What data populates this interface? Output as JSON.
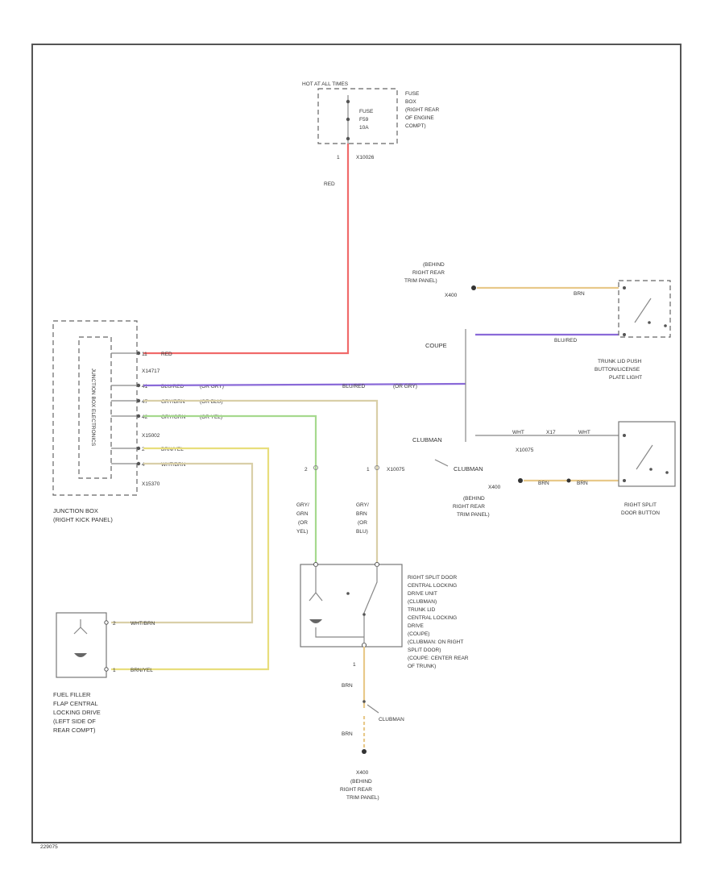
{
  "colors": {
    "red": "#f06a6a",
    "violet": "#8a6ad8",
    "tan": "#d9cfa8",
    "green": "#a6d98e",
    "yellow": "#e8de7c",
    "orange": "#e8c98a",
    "gray": "#888888"
  },
  "fuse_box": {
    "header": "HOT AT ALL TIMES",
    "fuse": [
      "FUSE",
      "F59",
      "10A"
    ],
    "location": [
      "FUSE",
      "BOX",
      "(RIGHT REAR",
      "OF ENGINE",
      "COMPT)"
    ],
    "pin": "1",
    "connector": "X10026",
    "wire_color": "RED"
  },
  "junction_box": {
    "inner_label": "JUNCTION BOX ELECTRONICS",
    "pins": [
      {
        "num": "11",
        "color": "RED",
        "alt": ""
      },
      {
        "num": "41",
        "color": "BLU/RED",
        "alt": "(OR GRY)"
      },
      {
        "num": "47",
        "color": "GRY/BRN",
        "alt": "(OR BLU)"
      },
      {
        "num": "42",
        "color": "GRY/GRN",
        "alt": "(OR YEL)"
      },
      {
        "num": "2",
        "color": "BRN/YEL",
        "alt": ""
      },
      {
        "num": "4",
        "color": "WHT/BRN",
        "alt": ""
      }
    ],
    "connectors": [
      "X14717",
      "X15002",
      "X15370"
    ],
    "label": [
      "JUNCTION BOX",
      "(RIGHT KICK PANEL)"
    ]
  },
  "mid_wire": {
    "color": "BLU/RED",
    "alt": "(OR GRY)"
  },
  "variants": {
    "coupe": "COUPE",
    "clubman": "CLUBMAN"
  },
  "ground_top": {
    "label": [
      "(BEHIND",
      "RIGHT REAR",
      "TRIM PANEL)"
    ],
    "id": "X400",
    "wire_color": "BRN"
  },
  "trunk_switch": {
    "wire_color": "BLU/RED",
    "label": [
      "TRUNK LID PUSH",
      "BUTTON/LICENSE",
      "PLATE LIGHT"
    ]
  },
  "clubman_branch": {
    "wire_color": "WHT",
    "splice": "X17",
    "connector": "X10075",
    "label": "CLUBMAN"
  },
  "ground_mid": {
    "id": "X400",
    "label": [
      "(BEHIND",
      "RIGHT REAR",
      "TRIM PANEL)"
    ],
    "wire_color": "BRN"
  },
  "split_button": {
    "label": [
      "RIGHT SPLIT",
      "DOOR BUTTON"
    ]
  },
  "actuator_wires": {
    "left": {
      "pin": "2",
      "lines": [
        "GRY/",
        "GRN",
        "(OR",
        "YEL)"
      ]
    },
    "right": {
      "pin": "1",
      "connector": "X10075",
      "lines": [
        "GRY/",
        "BRN",
        "(OR",
        "BLU)"
      ]
    }
  },
  "actuator": {
    "label": [
      "RIGHT SPLIT DOOR",
      "CENTRAL LOCKING",
      "DRIVE UNIT",
      "(CLUBMAN)",
      "TRUNK LID",
      "CENTRAL LOCKING",
      "DRIVE",
      "(COUPE)",
      "(CLUBMAN: ON RIGHT",
      "SPLIT DOOR)",
      "(COUPE: CENTER REAR",
      "OF TRUNK)"
    ],
    "ground_pin": "1",
    "wire_color": "BRN",
    "variant": "CLUBMAN"
  },
  "ground_bottom": {
    "id": "X400",
    "label": [
      "(BEHIND",
      "RIGHT REAR",
      "TRIM PANEL)"
    ]
  },
  "fuel_flap": {
    "pins": [
      {
        "num": "2",
        "color": "WHT/BRN"
      },
      {
        "num": "1",
        "color": "BRN/YEL"
      }
    ],
    "label": [
      "FUEL FILLER",
      "FLAP CENTRAL",
      "LOCKING DRIVE",
      "(LEFT SIDE OF",
      "REAR COMPT)"
    ]
  },
  "diagram_id": "229075"
}
